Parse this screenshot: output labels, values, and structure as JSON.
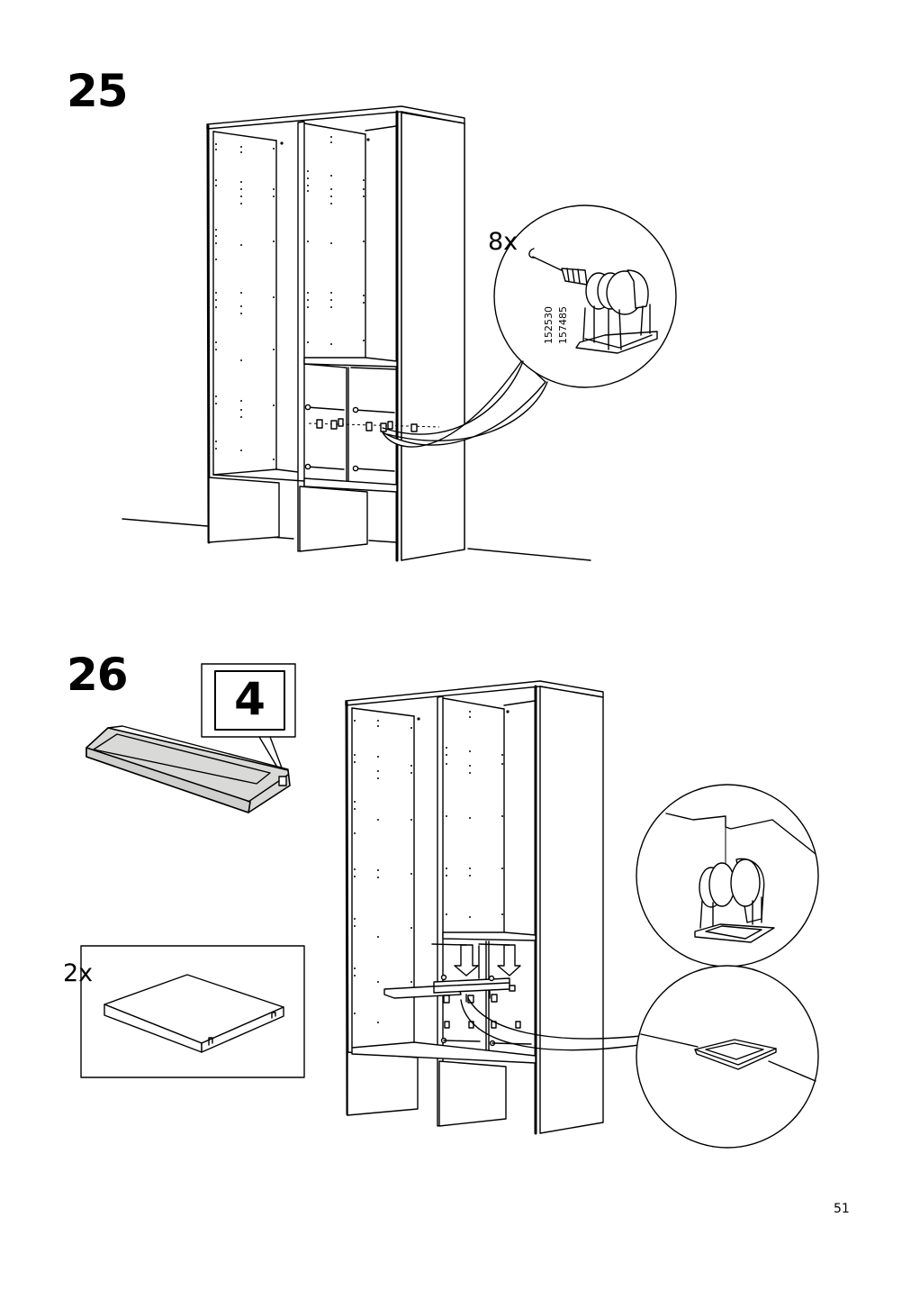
{
  "steps": [
    {
      "number": "25",
      "quantity": "8x",
      "article_numbers": [
        "152530",
        "157485"
      ]
    },
    {
      "number": "26",
      "package_badge": "4",
      "quantity": "2x"
    }
  ],
  "page_number": "51"
}
